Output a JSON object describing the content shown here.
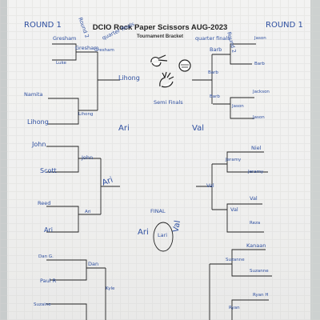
{
  "photo": {
    "title": "DCIO Rock Paper Scissors AUG-2023",
    "subtitle": "Tournament Bracket"
  },
  "headings": {
    "round1_left": "ROUND 1",
    "round2_left": "Round 2",
    "quarter_finals_left": "quarter finals",
    "semi_finals": "Semi Finals",
    "round1_right": "ROUND 1",
    "round2_right": "Round 2",
    "quarter_finals_right": "quarter finals",
    "final": "FINAL"
  },
  "left_bracket": {
    "round1": [
      "Gresham",
      "Luke",
      "Namita",
      "Lihong",
      "John",
      "Scott",
      "Reed",
      "Ari",
      "Dan G.",
      "Paul R",
      "Suzaine"
    ],
    "round2": [
      "Gresham",
      "Lihong",
      "John",
      "Ari",
      "Dan",
      "Kyle"
    ],
    "quarter": [
      "Gresham",
      "Lihong",
      "Ari"
    ],
    "semi": "Ari"
  },
  "right_bracket": {
    "round1": [
      "Jason",
      "Barb",
      "Jackson",
      "Jason",
      "Niel",
      "Jeramy",
      "Val",
      "Reza",
      "Kanaan",
      "Suzanne",
      "Ryan H"
    ],
    "round2": [
      "Barb",
      "Jason",
      "Jeramy",
      "Val",
      "Suzanne",
      "Ryan"
    ],
    "quarter": [
      "Barb",
      "Barb",
      "Val"
    ],
    "semi": "Val"
  },
  "final": {
    "left": "Ari",
    "winner": "Lari",
    "right": "Val"
  },
  "icons": [
    "rock-hand-icon",
    "paper-hand-icon",
    "scissors-hand-icon"
  ],
  "colors": {
    "ink": "#2e4fa0",
    "paper": "#f1f1f0",
    "frame": "#c8cccc"
  }
}
